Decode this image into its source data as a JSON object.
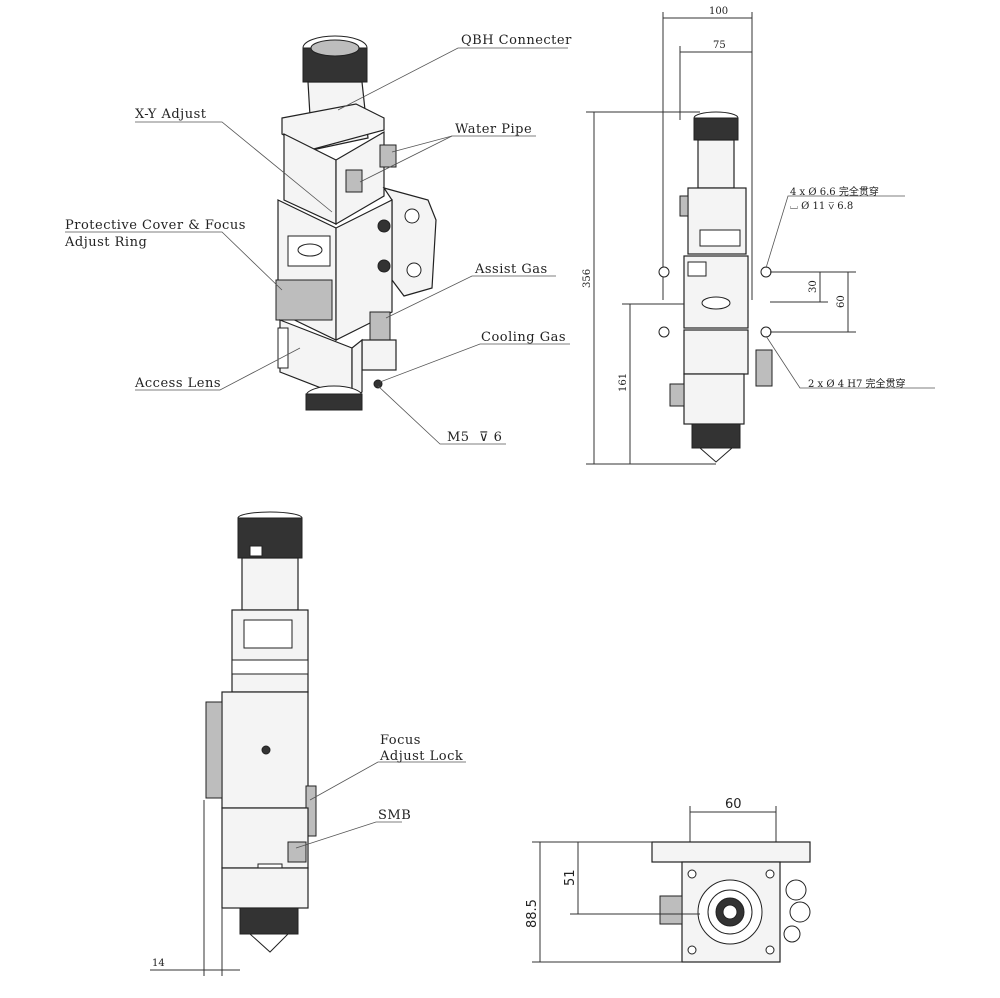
{
  "callouts": {
    "qbh_connecter": "QBH Connecter",
    "xy_adjust": "X-Y Adjust",
    "water_pipe": "Water Pipe",
    "protective_cover_line1": "Protective Cover & Focus",
    "protective_cover_line2": "Adjust Ring",
    "assist_gas": "Assist Gas",
    "cooling_gas": "Cooling Gas",
    "access_lens": "Access Lens",
    "m5": "M5",
    "m5_depth": "⊽ 6",
    "focus_adjust_line1": "Focus",
    "focus_adjust_line2": "Adjust Lock",
    "smb": "SMB"
  },
  "front_view": {
    "width_100": "100",
    "width_75": "75",
    "height_356": "356",
    "height_161": "161",
    "dim_30": "30",
    "dim_60": "60",
    "hole_note_1": "4 x Ø 6.6 完全贯穿",
    "hole_note_2": "⌴ Ø 11 ⊽ 6.8",
    "hole_note_3": "2 x Ø 4 H7 完全贯穿"
  },
  "side_view": {
    "dim_14": "14"
  },
  "bottom_view": {
    "dim_60": "60",
    "dim_51": "51",
    "dim_88_5": "88.5"
  }
}
